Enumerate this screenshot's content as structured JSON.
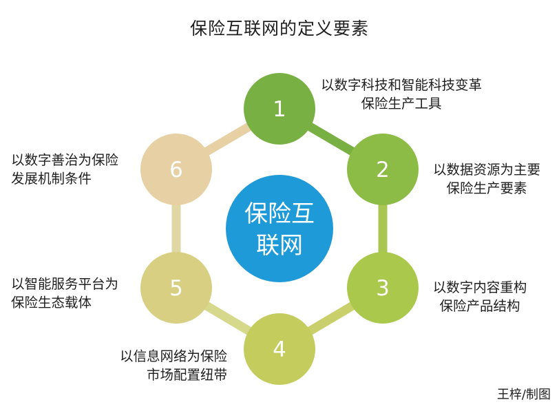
{
  "title": "保险互联网的定义要素",
  "center": {
    "line1": "保险互",
    "line2": "联网",
    "color": "#1e9ad8"
  },
  "nodes": [
    {
      "number": "1",
      "color": "#79b043",
      "label": [
        "以数字科技和智能科技变革",
        "保险生产工具"
      ]
    },
    {
      "number": "2",
      "color": "#8cbc45",
      "label": [
        "以数据资源为主要",
        "保险生产要素"
      ]
    },
    {
      "number": "3",
      "color": "#aac84b",
      "label": [
        "以数字内容重构",
        "保险产品结构"
      ]
    },
    {
      "number": "4",
      "color": "#c4cc5d",
      "label": [
        "以信息网络为保险",
        "市场配置纽带"
      ]
    },
    {
      "number": "5",
      "color": "#d8cf83",
      "label": [
        "以智能服务平台为",
        "保险生态载体"
      ]
    },
    {
      "number": "6",
      "color": "#e6d0a4",
      "label": [
        "以数字善治为保险",
        "发展机制条件"
      ]
    }
  ],
  "ring_colors": [
    "#79b043",
    "#a9c653",
    "#c8cf6b",
    "#d6d98c",
    "#e1d7a5",
    "#e6d0a4"
  ],
  "credit": "王梓/制图"
}
